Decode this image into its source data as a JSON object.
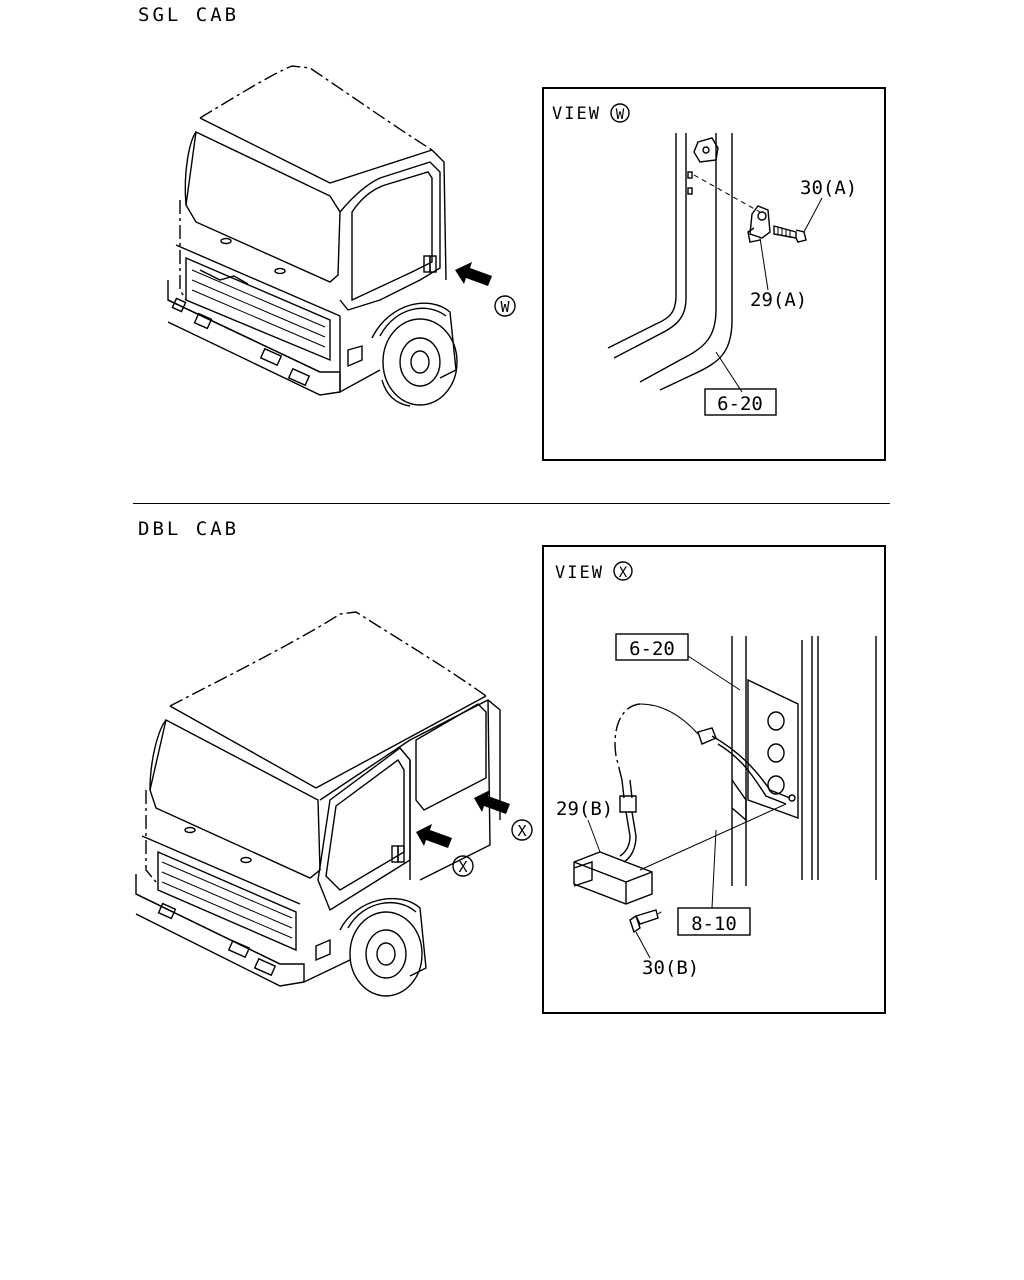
{
  "sections": {
    "sgl": {
      "title": "SGL CAB",
      "view_letter": "W",
      "view_label": "VIEW",
      "arrow_marker": "W",
      "callouts": {
        "bolt": "30(A)",
        "bracket": "29(A)",
        "ref": "6-20"
      }
    },
    "dbl": {
      "title": "DBL CAB",
      "view_letter": "X",
      "view_label": "VIEW",
      "arrow_marker_front": "X",
      "arrow_marker_rear": "X",
      "callouts": {
        "ref_top": "6-20",
        "sensor": "29(B)",
        "ref_bottom": "8-10",
        "bolt": "30(B)"
      }
    }
  },
  "icons": {
    "arrow": "arrow-icon",
    "circled_letter": "circled-letter-icon"
  }
}
